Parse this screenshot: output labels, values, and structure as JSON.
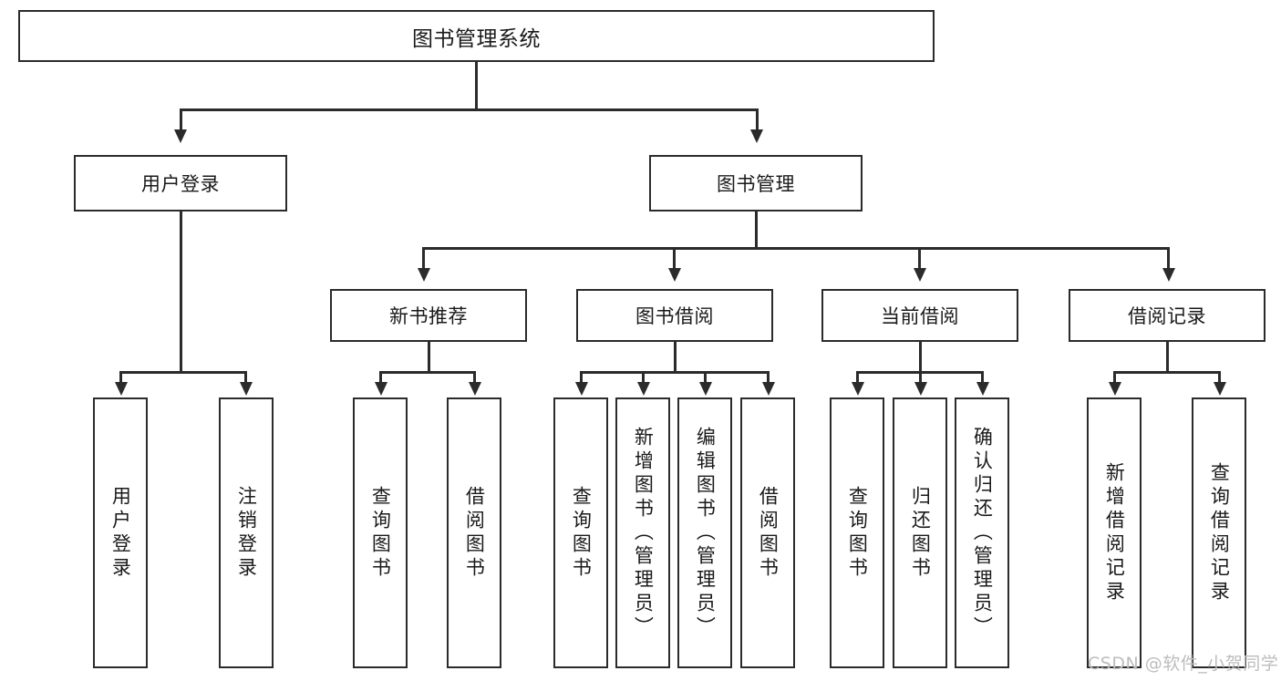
{
  "diagram": {
    "title": "图书管理系统",
    "type": "tree",
    "watermark": "CSDN @软件_小贺同学",
    "colors": {
      "stroke": "#2b2b2b",
      "fill": "#ffffff",
      "text": "#1a1a1a",
      "watermark": "#bdbdbd"
    },
    "root": {
      "label": "图书管理系统"
    },
    "level2": [
      {
        "label": "用户登录"
      },
      {
        "label": "图书管理"
      }
    ],
    "level3": [
      {
        "label": "新书推荐"
      },
      {
        "label": "图书借阅"
      },
      {
        "label": "当前借阅"
      },
      {
        "label": "借阅记录"
      }
    ],
    "leaves": {
      "user_login": [
        {
          "label": "用户登录"
        },
        {
          "label": "注销登录"
        }
      ],
      "new_book": [
        {
          "label": "查询图书"
        },
        {
          "label": "借阅图书"
        }
      ],
      "borrow_book": [
        {
          "label": "查询图书"
        },
        {
          "label": "新增图书（管理员）"
        },
        {
          "label": "编辑图书（管理员）"
        },
        {
          "label": "借阅图书"
        }
      ],
      "current_borrow": [
        {
          "label": "查询图书"
        },
        {
          "label": "归还图书"
        },
        {
          "label": "确认归还（管理员）"
        }
      ],
      "borrow_record": [
        {
          "label": "新增借阅记录"
        },
        {
          "label": "查询借阅记录"
        }
      ]
    }
  }
}
